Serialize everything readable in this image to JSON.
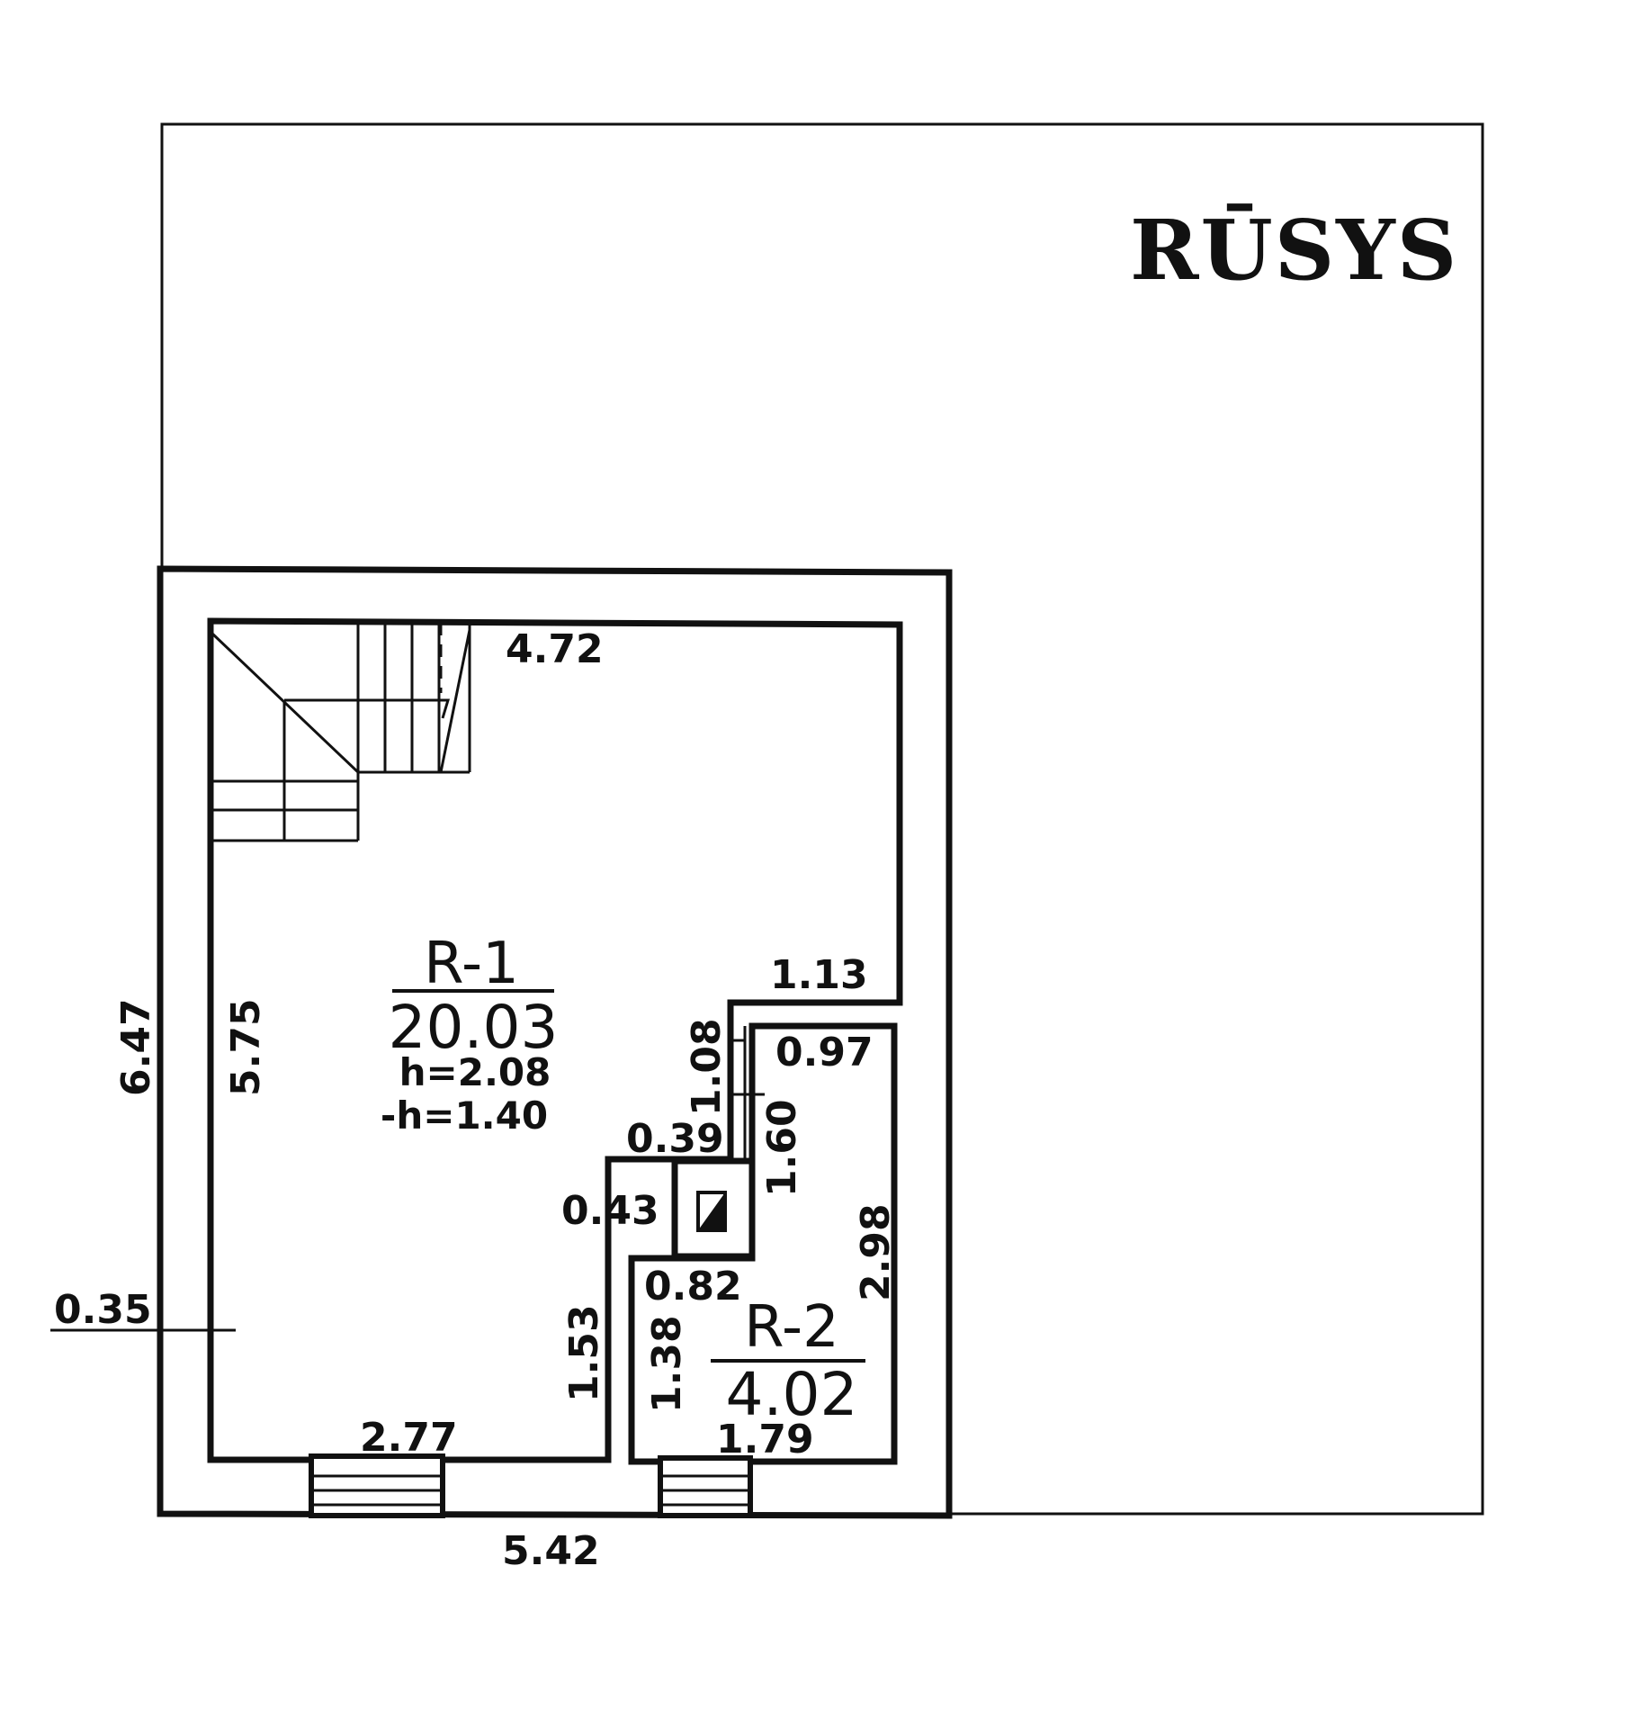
{
  "title": "RŪSYS",
  "rooms": [
    {
      "id": "R-1",
      "area": "20.03",
      "height": "h=2.08",
      "height2": "-h=1.40"
    },
    {
      "id": "R-2",
      "area": "4.02"
    }
  ],
  "dimensions": {
    "outer_height": "6.47",
    "outer_width": "5.42",
    "wall": "0.35",
    "r1_top": "4.72",
    "r1_left": "5.75",
    "r1_bottom": "2.77",
    "r1_step_top": "1.13",
    "r1_step_v": "1.08",
    "r1_chimney_w1": "0.39",
    "r1_chimney_w2": "0.43",
    "r1_lower_right": "1.53",
    "r2_top": "0.97",
    "r2_right": "2.98",
    "r2_upper_left": "1.60",
    "r2_mid": "0.82",
    "r2_lower_left": "1.38",
    "r2_bottom": "1.79"
  },
  "colors": {
    "line": "#111111",
    "background": "#ffffff",
    "chimney_fill": "#111111"
  }
}
